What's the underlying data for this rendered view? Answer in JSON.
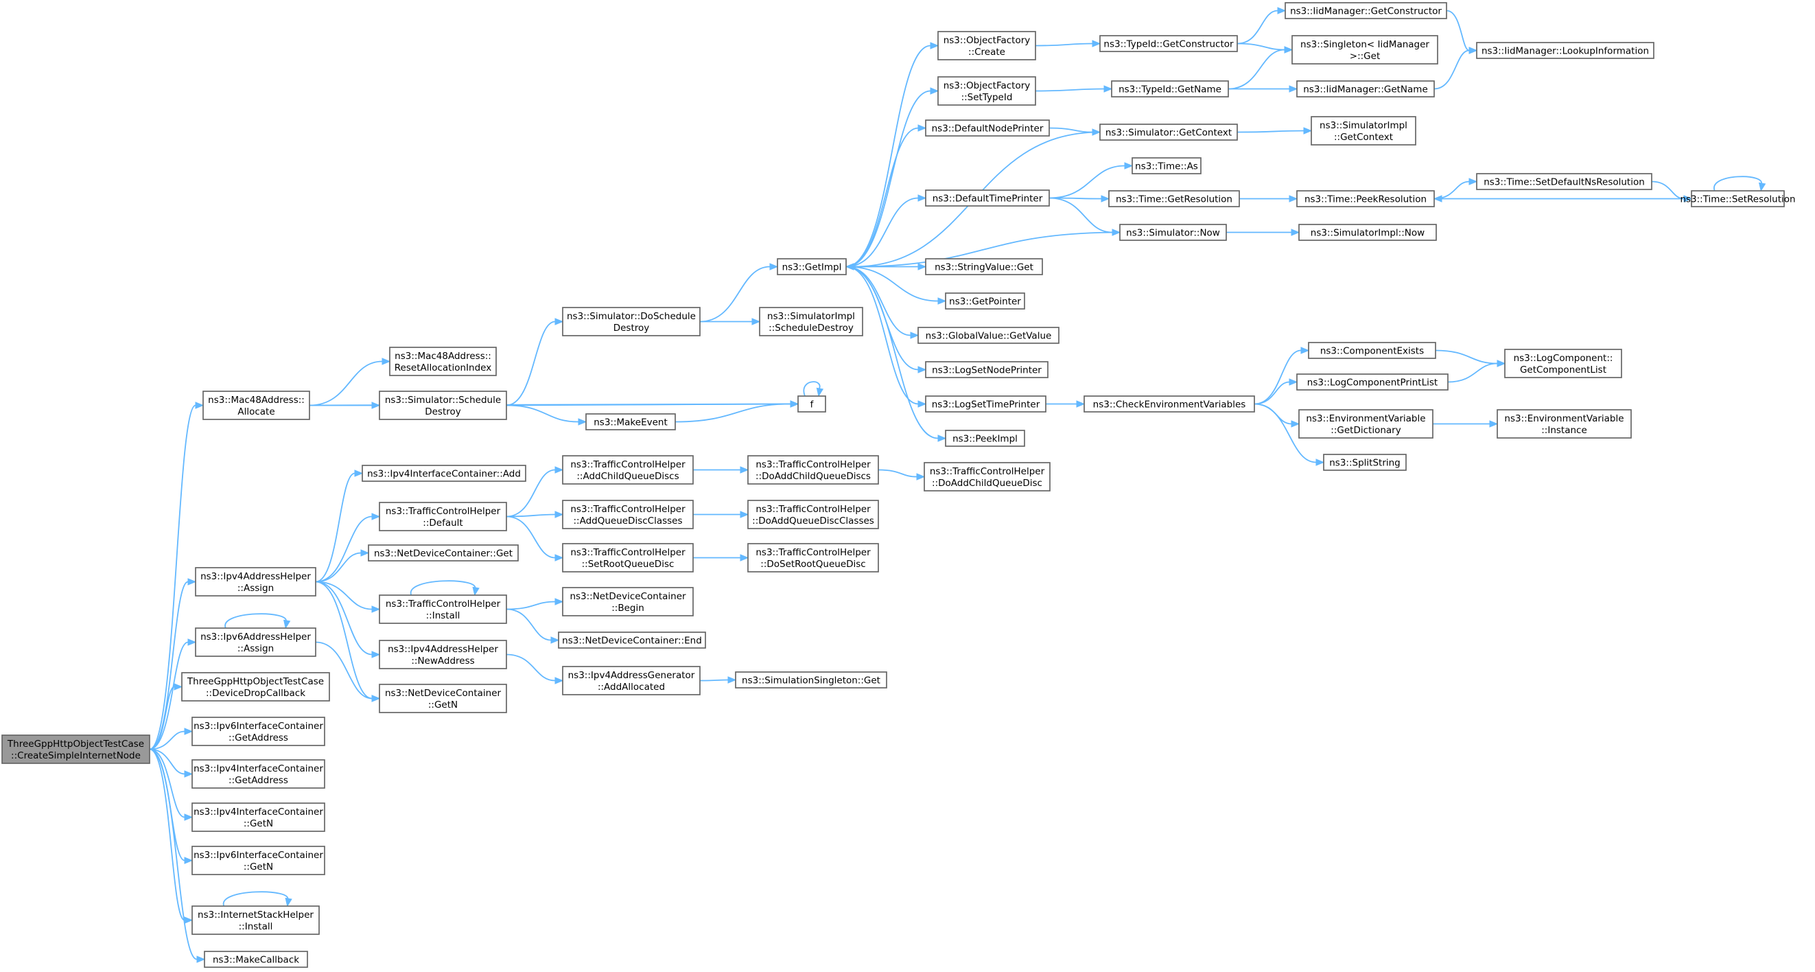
{
  "graph": {
    "nodes": [
      {
        "id": "root",
        "lines": [
          "ThreeGppHttpObjectTestCase",
          "::CreateSimpleInternetNode"
        ],
        "root": true
      },
      {
        "id": "mac_alloc",
        "lines": [
          "ns3::Mac48Address::",
          "Allocate"
        ]
      },
      {
        "id": "mac_reset",
        "lines": [
          "ns3::Mac48Address::",
          "ResetAllocationIndex"
        ]
      },
      {
        "id": "sim_sched",
        "lines": [
          "ns3::Simulator::Schedule",
          "Destroy"
        ]
      },
      {
        "id": "sim_dosched",
        "lines": [
          "ns3::Simulator::DoSchedule",
          "Destroy"
        ]
      },
      {
        "id": "simimpl_sched",
        "lines": [
          "ns3::SimulatorImpl",
          "::ScheduleDestroy"
        ]
      },
      {
        "id": "make_event",
        "lines": [
          "ns3::MakeEvent"
        ]
      },
      {
        "id": "f",
        "lines": [
          "f"
        ]
      },
      {
        "id": "getimpl",
        "lines": [
          "ns3::GetImpl"
        ]
      },
      {
        "id": "of_create",
        "lines": [
          "ns3::ObjectFactory",
          "::Create"
        ]
      },
      {
        "id": "of_settypeid",
        "lines": [
          "ns3::ObjectFactory",
          "::SetTypeId"
        ]
      },
      {
        "id": "def_node_printer",
        "lines": [
          "ns3::DefaultNodePrinter"
        ]
      },
      {
        "id": "def_time_printer",
        "lines": [
          "ns3::DefaultTimePrinter"
        ]
      },
      {
        "id": "stringvalue_get",
        "lines": [
          "ns3::StringValue::Get"
        ]
      },
      {
        "id": "getpointer",
        "lines": [
          "ns3::GetPointer"
        ]
      },
      {
        "id": "gv_getvalue",
        "lines": [
          "ns3::GlobalValue::GetValue"
        ]
      },
      {
        "id": "log_set_node",
        "lines": [
          "ns3::LogSetNodePrinter"
        ]
      },
      {
        "id": "log_set_time",
        "lines": [
          "ns3::LogSetTimePrinter"
        ]
      },
      {
        "id": "peekimpl",
        "lines": [
          "ns3::PeekImpl"
        ]
      },
      {
        "id": "typeid_getctor",
        "lines": [
          "ns3::TypeId::GetConstructor"
        ]
      },
      {
        "id": "typeid_getname",
        "lines": [
          "ns3::TypeId::GetName"
        ]
      },
      {
        "id": "sim_getcontext",
        "lines": [
          "ns3::Simulator::GetContext"
        ]
      },
      {
        "id": "time_as",
        "lines": [
          "ns3::Time::As"
        ]
      },
      {
        "id": "time_getres",
        "lines": [
          "ns3::Time::GetResolution"
        ]
      },
      {
        "id": "sim_now",
        "lines": [
          "ns3::Simulator::Now"
        ]
      },
      {
        "id": "iid_getctor",
        "lines": [
          "ns3::IidManager::GetConstructor"
        ]
      },
      {
        "id": "singleton_get",
        "lines": [
          "ns3::Singleton< IidManager",
          " >::Get"
        ]
      },
      {
        "id": "iid_getname",
        "lines": [
          "ns3::IidManager::GetName"
        ]
      },
      {
        "id": "iid_lookup",
        "lines": [
          "ns3::IidManager::LookupInformation"
        ]
      },
      {
        "id": "simimpl_getctx",
        "lines": [
          "ns3::SimulatorImpl",
          "::GetContext"
        ]
      },
      {
        "id": "time_peekres",
        "lines": [
          "ns3::Time::PeekResolution"
        ]
      },
      {
        "id": "time_setdefns",
        "lines": [
          "ns3::Time::SetDefaultNsResolution"
        ]
      },
      {
        "id": "time_setres",
        "lines": [
          "ns3::Time::SetResolution"
        ]
      },
      {
        "id": "simimpl_now",
        "lines": [
          "ns3::SimulatorImpl::Now"
        ]
      },
      {
        "id": "check_env",
        "lines": [
          "ns3::CheckEnvironmentVariables"
        ]
      },
      {
        "id": "comp_exists",
        "lines": [
          "ns3::ComponentExists"
        ]
      },
      {
        "id": "logcomp_printlist",
        "lines": [
          "ns3::LogComponentPrintList"
        ]
      },
      {
        "id": "env_getdict",
        "lines": [
          "ns3::EnvironmentVariable",
          "::GetDictionary"
        ]
      },
      {
        "id": "split_string",
        "lines": [
          "ns3::SplitString"
        ]
      },
      {
        "id": "logcomp_getlist",
        "lines": [
          "ns3::LogComponent::",
          "GetComponentList"
        ]
      },
      {
        "id": "env_instance",
        "lines": [
          "ns3::EnvironmentVariable",
          "::Instance"
        ]
      },
      {
        "id": "ipv4ic_add",
        "lines": [
          "ns3::Ipv4InterfaceContainer::Add"
        ]
      },
      {
        "id": "tch_default",
        "lines": [
          "ns3::TrafficControlHelper",
          "::Default"
        ]
      },
      {
        "id": "ndc_get",
        "lines": [
          "ns3::NetDeviceContainer::Get"
        ]
      },
      {
        "id": "tch_install",
        "lines": [
          "ns3::TrafficControlHelper",
          "::Install"
        ]
      },
      {
        "id": "ipv4ah_newaddr",
        "lines": [
          "ns3::Ipv4AddressHelper",
          "::NewAddress"
        ]
      },
      {
        "id": "ndc_getn",
        "lines": [
          "ns3::NetDeviceContainer",
          "::GetN"
        ]
      },
      {
        "id": "ipv4ah_assign",
        "lines": [
          "ns3::Ipv4AddressHelper",
          "::Assign"
        ]
      },
      {
        "id": "ipv6ah_assign",
        "lines": [
          "ns3::Ipv6AddressHelper",
          "::Assign"
        ]
      },
      {
        "id": "devdrop",
        "lines": [
          "ThreeGppHttpObjectTestCase",
          "::DeviceDropCallback"
        ]
      },
      {
        "id": "ipv6ic_getaddr",
        "lines": [
          "ns3::Ipv6InterfaceContainer",
          "::GetAddress"
        ]
      },
      {
        "id": "ipv4ic_getaddr",
        "lines": [
          "ns3::Ipv4InterfaceContainer",
          "::GetAddress"
        ]
      },
      {
        "id": "ipv4ic_getn",
        "lines": [
          "ns3::Ipv4InterfaceContainer",
          "::GetN"
        ]
      },
      {
        "id": "ipv6ic_getn",
        "lines": [
          "ns3::Ipv6InterfaceContainer",
          "::GetN"
        ]
      },
      {
        "id": "ish_install",
        "lines": [
          "ns3::InternetStackHelper",
          "::Install"
        ]
      },
      {
        "id": "makecallback",
        "lines": [
          "ns3::MakeCallback"
        ]
      },
      {
        "id": "tch_addchild",
        "lines": [
          "ns3::TrafficControlHelper",
          "::AddChildQueueDiscs"
        ]
      },
      {
        "id": "tch_addclasses",
        "lines": [
          "ns3::TrafficControlHelper",
          "::AddQueueDiscClasses"
        ]
      },
      {
        "id": "tch_setroot",
        "lines": [
          "ns3::TrafficControlHelper",
          "::SetRootQueueDisc"
        ]
      },
      {
        "id": "tch_doaddchilds",
        "lines": [
          "ns3::TrafficControlHelper",
          "::DoAddChildQueueDiscs"
        ]
      },
      {
        "id": "tch_doaddclasses",
        "lines": [
          "ns3::TrafficControlHelper",
          "::DoAddQueueDiscClasses"
        ]
      },
      {
        "id": "tch_dosetroot",
        "lines": [
          "ns3::TrafficControlHelper",
          "::DoSetRootQueueDisc"
        ]
      },
      {
        "id": "tch_doaddchild1",
        "lines": [
          "ns3::TrafficControlHelper",
          "::DoAddChildQueueDisc"
        ]
      },
      {
        "id": "ndc_begin",
        "lines": [
          "ns3::NetDeviceContainer",
          "::Begin"
        ]
      },
      {
        "id": "ndc_end",
        "lines": [
          "ns3::NetDeviceContainer::End"
        ]
      },
      {
        "id": "ipv4ag_addalloc",
        "lines": [
          "ns3::Ipv4AddressGenerator",
          "::AddAllocated"
        ]
      },
      {
        "id": "simsingleton_get",
        "lines": [
          "ns3::SimulationSingleton::Get"
        ]
      }
    ],
    "edges": [
      [
        "root",
        "mac_alloc"
      ],
      [
        "root",
        "ipv4ah_assign"
      ],
      [
        "root",
        "ipv6ah_assign"
      ],
      [
        "root",
        "devdrop"
      ],
      [
        "root",
        "ipv6ic_getaddr"
      ],
      [
        "root",
        "ipv4ic_getaddr"
      ],
      [
        "root",
        "ipv4ic_getn"
      ],
      [
        "root",
        "ipv6ic_getn"
      ],
      [
        "root",
        "ish_install"
      ],
      [
        "root",
        "makecallback"
      ],
      [
        "mac_alloc",
        "mac_reset"
      ],
      [
        "mac_alloc",
        "sim_sched"
      ],
      [
        "mac_alloc",
        "f"
      ],
      [
        "sim_sched",
        "sim_dosched"
      ],
      [
        "sim_sched",
        "make_event"
      ],
      [
        "sim_sched",
        "f"
      ],
      [
        "sim_dosched",
        "getimpl"
      ],
      [
        "sim_dosched",
        "simimpl_sched"
      ],
      [
        "make_event",
        "f"
      ],
      [
        "f",
        "f"
      ],
      [
        "getimpl",
        "of_create"
      ],
      [
        "getimpl",
        "of_settypeid"
      ],
      [
        "getimpl",
        "def_node_printer"
      ],
      [
        "getimpl",
        "def_time_printer"
      ],
      [
        "getimpl",
        "stringvalue_get"
      ],
      [
        "getimpl",
        "getpointer"
      ],
      [
        "getimpl",
        "gv_getvalue"
      ],
      [
        "getimpl",
        "log_set_node"
      ],
      [
        "getimpl",
        "log_set_time"
      ],
      [
        "getimpl",
        "peekimpl"
      ],
      [
        "of_create",
        "typeid_getctor"
      ],
      [
        "of_settypeid",
        "typeid_getname"
      ],
      [
        "def_node_printer",
        "sim_getcontext"
      ],
      [
        "sim_getcontext",
        "getimpl"
      ],
      [
        "sim_getcontext",
        "simimpl_getctx"
      ],
      [
        "def_time_printer",
        "time_as"
      ],
      [
        "def_time_printer",
        "time_getres"
      ],
      [
        "def_time_printer",
        "sim_now"
      ],
      [
        "sim_now",
        "getimpl"
      ],
      [
        "sim_now",
        "simimpl_now"
      ],
      [
        "typeid_getctor",
        "iid_getctor"
      ],
      [
        "typeid_getctor",
        "singleton_get"
      ],
      [
        "typeid_getname",
        "singleton_get"
      ],
      [
        "typeid_getname",
        "iid_getname"
      ],
      [
        "iid_getctor",
        "iid_lookup"
      ],
      [
        "iid_getname",
        "iid_lookup"
      ],
      [
        "time_getres",
        "time_peekres"
      ],
      [
        "time_peekres",
        "time_setdefns"
      ],
      [
        "time_setdefns",
        "time_setres"
      ],
      [
        "time_setres",
        "time_peekres"
      ],
      [
        "time_setres",
        "time_setres"
      ],
      [
        "log_set_time",
        "check_env"
      ],
      [
        "check_env",
        "comp_exists"
      ],
      [
        "check_env",
        "logcomp_printlist"
      ],
      [
        "check_env",
        "env_getdict"
      ],
      [
        "check_env",
        "split_string"
      ],
      [
        "comp_exists",
        "logcomp_getlist"
      ],
      [
        "logcomp_printlist",
        "logcomp_getlist"
      ],
      [
        "env_getdict",
        "env_instance"
      ],
      [
        "ipv4ah_assign",
        "ipv4ic_add"
      ],
      [
        "ipv4ah_assign",
        "tch_default"
      ],
      [
        "ipv4ah_assign",
        "ndc_get"
      ],
      [
        "ipv4ah_assign",
        "tch_install"
      ],
      [
        "ipv4ah_assign",
        "ipv4ah_newaddr"
      ],
      [
        "ipv4ah_assign",
        "ndc_getn"
      ],
      [
        "ipv6ah_assign",
        "ipv6ah_assign"
      ],
      [
        "ipv6ah_assign",
        "ndc_getn"
      ],
      [
        "tch_default",
        "tch_addchild"
      ],
      [
        "tch_default",
        "tch_addclasses"
      ],
      [
        "tch_default",
        "tch_setroot"
      ],
      [
        "tch_addchild",
        "tch_doaddchilds"
      ],
      [
        "tch_addclasses",
        "tch_doaddclasses"
      ],
      [
        "tch_setroot",
        "tch_dosetroot"
      ],
      [
        "tch_doaddchilds",
        "tch_doaddchild1"
      ],
      [
        "tch_install",
        "tch_install"
      ],
      [
        "tch_install",
        "ndc_begin"
      ],
      [
        "tch_install",
        "ndc_end"
      ],
      [
        "ipv4ah_newaddr",
        "ipv4ag_addalloc"
      ],
      [
        "ipv4ag_addalloc",
        "simsingleton_get"
      ],
      [
        "ish_install",
        "ish_install"
      ]
    ]
  }
}
